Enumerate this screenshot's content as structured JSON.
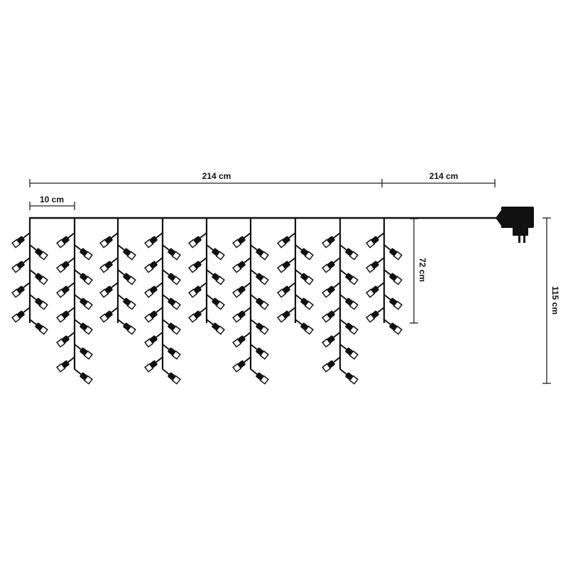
{
  "dimensions": {
    "curtain_width": "214 cm",
    "lead_cable": "214 cm",
    "strand_spacing": "10 cm",
    "short_drop": "72 cm",
    "long_drop": "115 cm"
  },
  "strands": [
    "short",
    "long",
    "short",
    "long",
    "short",
    "long",
    "short",
    "long",
    "short"
  ],
  "colors": {
    "line": "#111111",
    "bulb_cap": "#ffffff"
  }
}
